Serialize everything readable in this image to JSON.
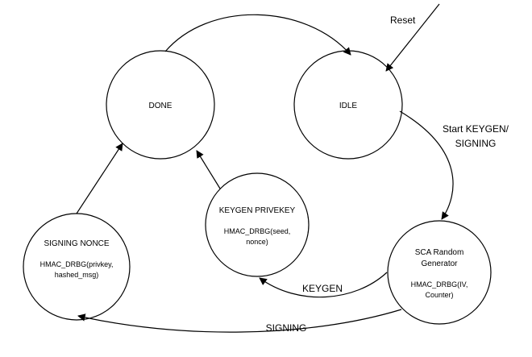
{
  "states": {
    "done": {
      "name": "DONE"
    },
    "idle": {
      "name": "IDLE"
    },
    "keygen_privekey": {
      "name": "KEYGEN PRIVEKEY",
      "detail1": "HMAC_DRBG(seed,",
      "detail2": "nonce)"
    },
    "signing_nonce": {
      "name": "SIGNING NONCE",
      "detail1": "HMAC_DRBG(privkey,",
      "detail2": "hashed_msg)"
    },
    "sca": {
      "name1": "SCA Random",
      "name2": "Generator",
      "detail1": "HMAC_DRBG(IV,",
      "detail2": "Counter)"
    }
  },
  "transitions": {
    "reset": "Reset",
    "start1": "Start KEYGEN/",
    "start2": "SIGNING",
    "keygen": "KEYGEN",
    "signing": "SIGNING"
  }
}
